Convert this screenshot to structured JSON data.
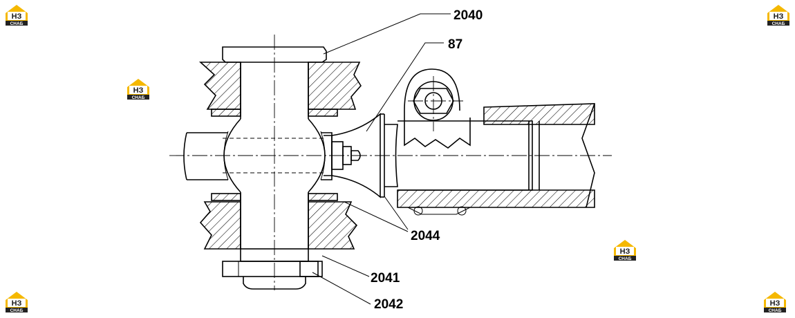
{
  "callouts": [
    {
      "id": "2040",
      "label": "2040"
    },
    {
      "id": "87",
      "label": "87"
    },
    {
      "id": "2044",
      "label": "2044"
    },
    {
      "id": "2041",
      "label": "2041"
    },
    {
      "id": "2042",
      "label": "2042"
    }
  ],
  "watermark": {
    "mark": "НЗ",
    "sub": "СНАБ",
    "color": "#f5b800"
  }
}
